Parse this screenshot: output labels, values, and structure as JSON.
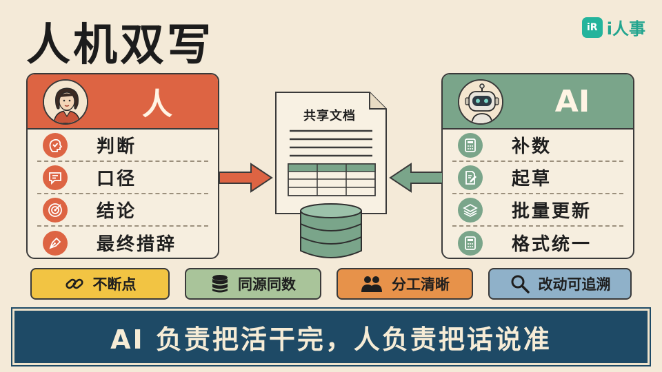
{
  "title": "人机双写",
  "brand": {
    "badge": "iR",
    "name": "i人事",
    "color": "#23b49c"
  },
  "human_panel": {
    "label": "人",
    "color": "#dd6443",
    "items": [
      {
        "label": "判断",
        "icon": "brain-check-icon"
      },
      {
        "label": "口径",
        "icon": "speech-bubble-icon"
      },
      {
        "label": "结论",
        "icon": "target-icon"
      },
      {
        "label": "最终措辞",
        "icon": "pen-nib-icon"
      }
    ]
  },
  "ai_panel": {
    "label": "AI",
    "color": "#7aa58a",
    "items": [
      {
        "label": "补数",
        "icon": "calculator-icon"
      },
      {
        "label": "起草",
        "icon": "edit-document-icon"
      },
      {
        "label": "批量更新",
        "icon": "layers-icon"
      },
      {
        "label": "格式统一",
        "icon": "calculator-icon"
      }
    ]
  },
  "shared_doc": {
    "title": "共享文档",
    "icon": "database-icon"
  },
  "features": [
    {
      "label": "不断点",
      "icon": "link-icon",
      "color": "#f2c443"
    },
    {
      "label": "同源同数",
      "icon": "database-icon",
      "color": "#a9c49a"
    },
    {
      "label": "分工清晰",
      "icon": "users-icon",
      "color": "#e7924a"
    },
    {
      "label": "改动可追溯",
      "icon": "magnifier-icon",
      "color": "#8fb1c9"
    }
  ],
  "banner": {
    "text": "AI 负责把活干完，人负责把话说准",
    "color": "#1e4a66"
  }
}
